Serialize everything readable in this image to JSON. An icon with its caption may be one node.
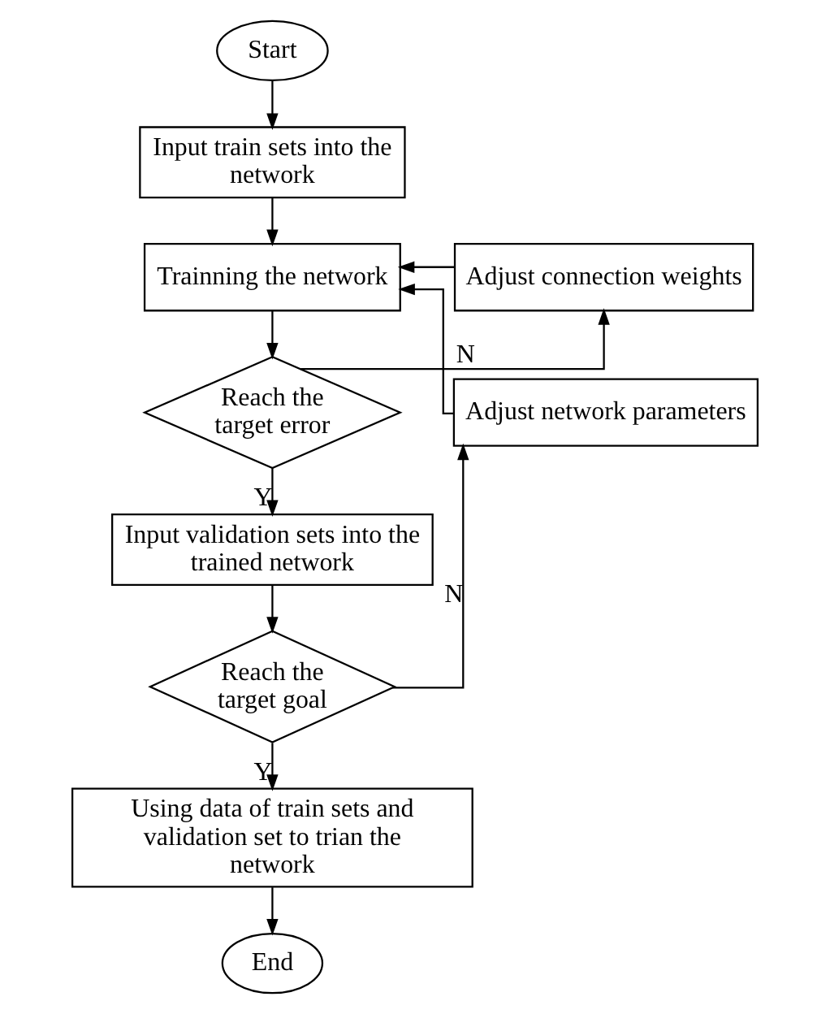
{
  "diagram": {
    "nodes": [
      {
        "text": [
          "Start"
        ]
      },
      {
        "text": [
          "Input train sets into the network"
        ]
      },
      {
        "text": [
          "Trainning the network"
        ]
      },
      {
        "text": [
          "Adjust connection weights"
        ]
      },
      {
        "text": [
          "Reach the target error"
        ]
      },
      {
        "text": [
          "Adjust network parameters"
        ]
      },
      {
        "text": [
          "Input validation sets into the trained network"
        ]
      },
      {
        "text": [
          "Reach the target goal"
        ]
      },
      {
        "text": [
          "Using data of train sets and validation set to trian the network"
        ]
      },
      {
        "text": [
          "End"
        ]
      }
    ],
    "edges": [
      {
        "from": 0,
        "to": 1,
        "arrow": "to"
      },
      {
        "from": 1,
        "to": 2,
        "arrow": "to"
      },
      {
        "from": 2,
        "to": 4,
        "arrow": "to"
      },
      {
        "from": 4,
        "to": 3,
        "arrow": "to",
        "label": "N"
      },
      {
        "from": 3,
        "to": 2,
        "arrow": "to"
      },
      {
        "from": 4,
        "to": 6,
        "arrow": "to",
        "label": "Y"
      },
      {
        "from": 6,
        "to": 7,
        "arrow": "to"
      },
      {
        "from": 7,
        "to": 5,
        "arrow": "to",
        "label": "N"
      },
      {
        "from": 5,
        "to": 2,
        "arrow": "to"
      },
      {
        "from": 7,
        "to": 8,
        "arrow": "to",
        "label": "Y"
      },
      {
        "from": 8,
        "to": 9,
        "arrow": "to"
      }
    ]
  }
}
